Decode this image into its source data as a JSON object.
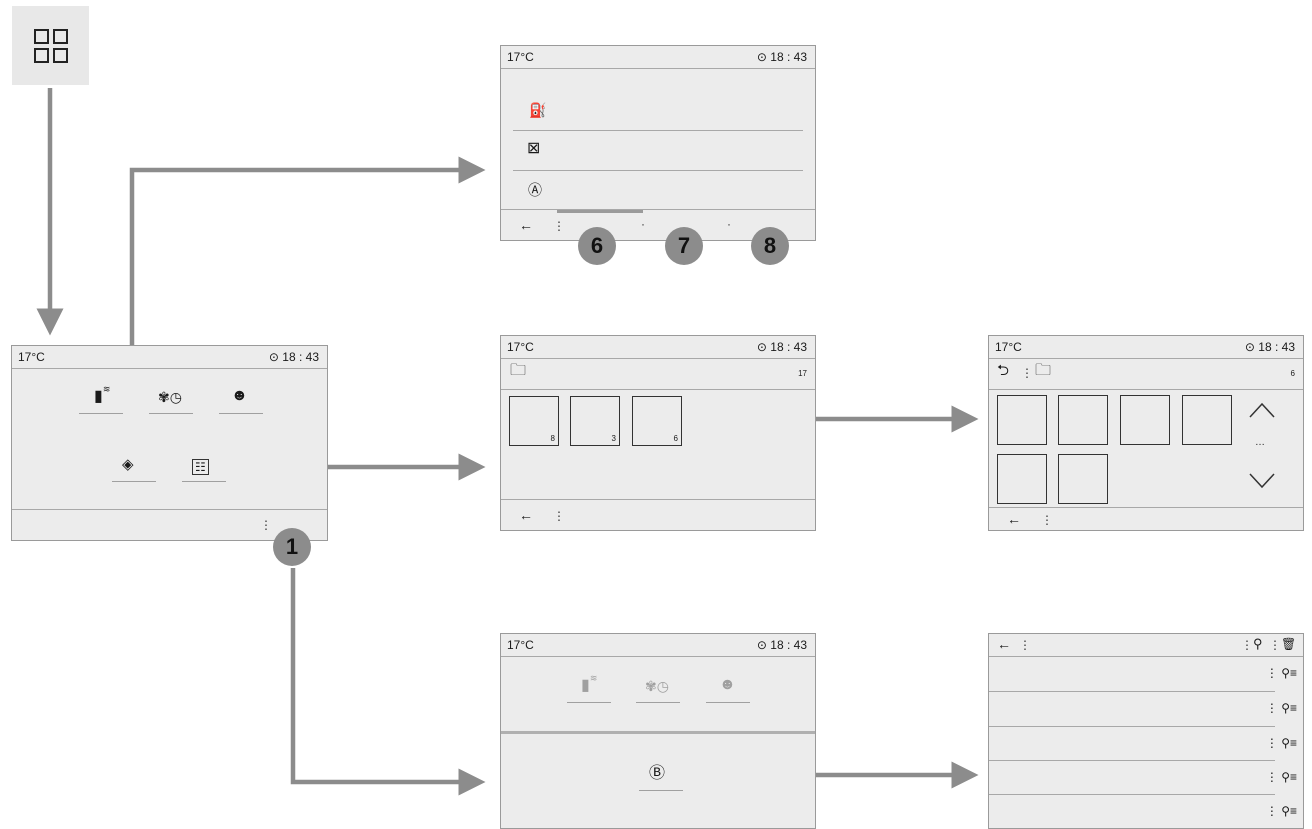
{
  "status": {
    "temperature": "17°C",
    "time": "18 : 43"
  },
  "more_glyph": "⋮",
  "callouts": [
    "6",
    "7",
    "8",
    "1"
  ],
  "folder_counts": {
    "top": "17",
    "sub": "6"
  },
  "tile_counts": [
    "8",
    "3",
    "6"
  ],
  "icons": {
    "menu": "grid-icon",
    "fuel": "fuel-pump-icon",
    "tank": "fuel-cap-icon",
    "auto_stop": "auto-stop-start-icon",
    "spray": "air-freshener-icon",
    "fan_timer": "fan-timer-icon",
    "driver_light": "driver-light-icon",
    "sound": "sound-icon",
    "contacts": "contact-card-icon",
    "folder": "folder-icon",
    "back": "back-arrow-icon",
    "return": "return-icon",
    "up": "chevron-up-icon",
    "down": "chevron-down-icon",
    "bluetooth": "bluetooth-icon",
    "search": "search-icon",
    "trash": "trash-icon",
    "profile_list": "profile-list-icon"
  },
  "colors": {
    "screen_bg": "#ececec",
    "arrow": "#8c8c8c",
    "badge": "#8c8c8c",
    "menu_tile": "#e8e8e8"
  }
}
